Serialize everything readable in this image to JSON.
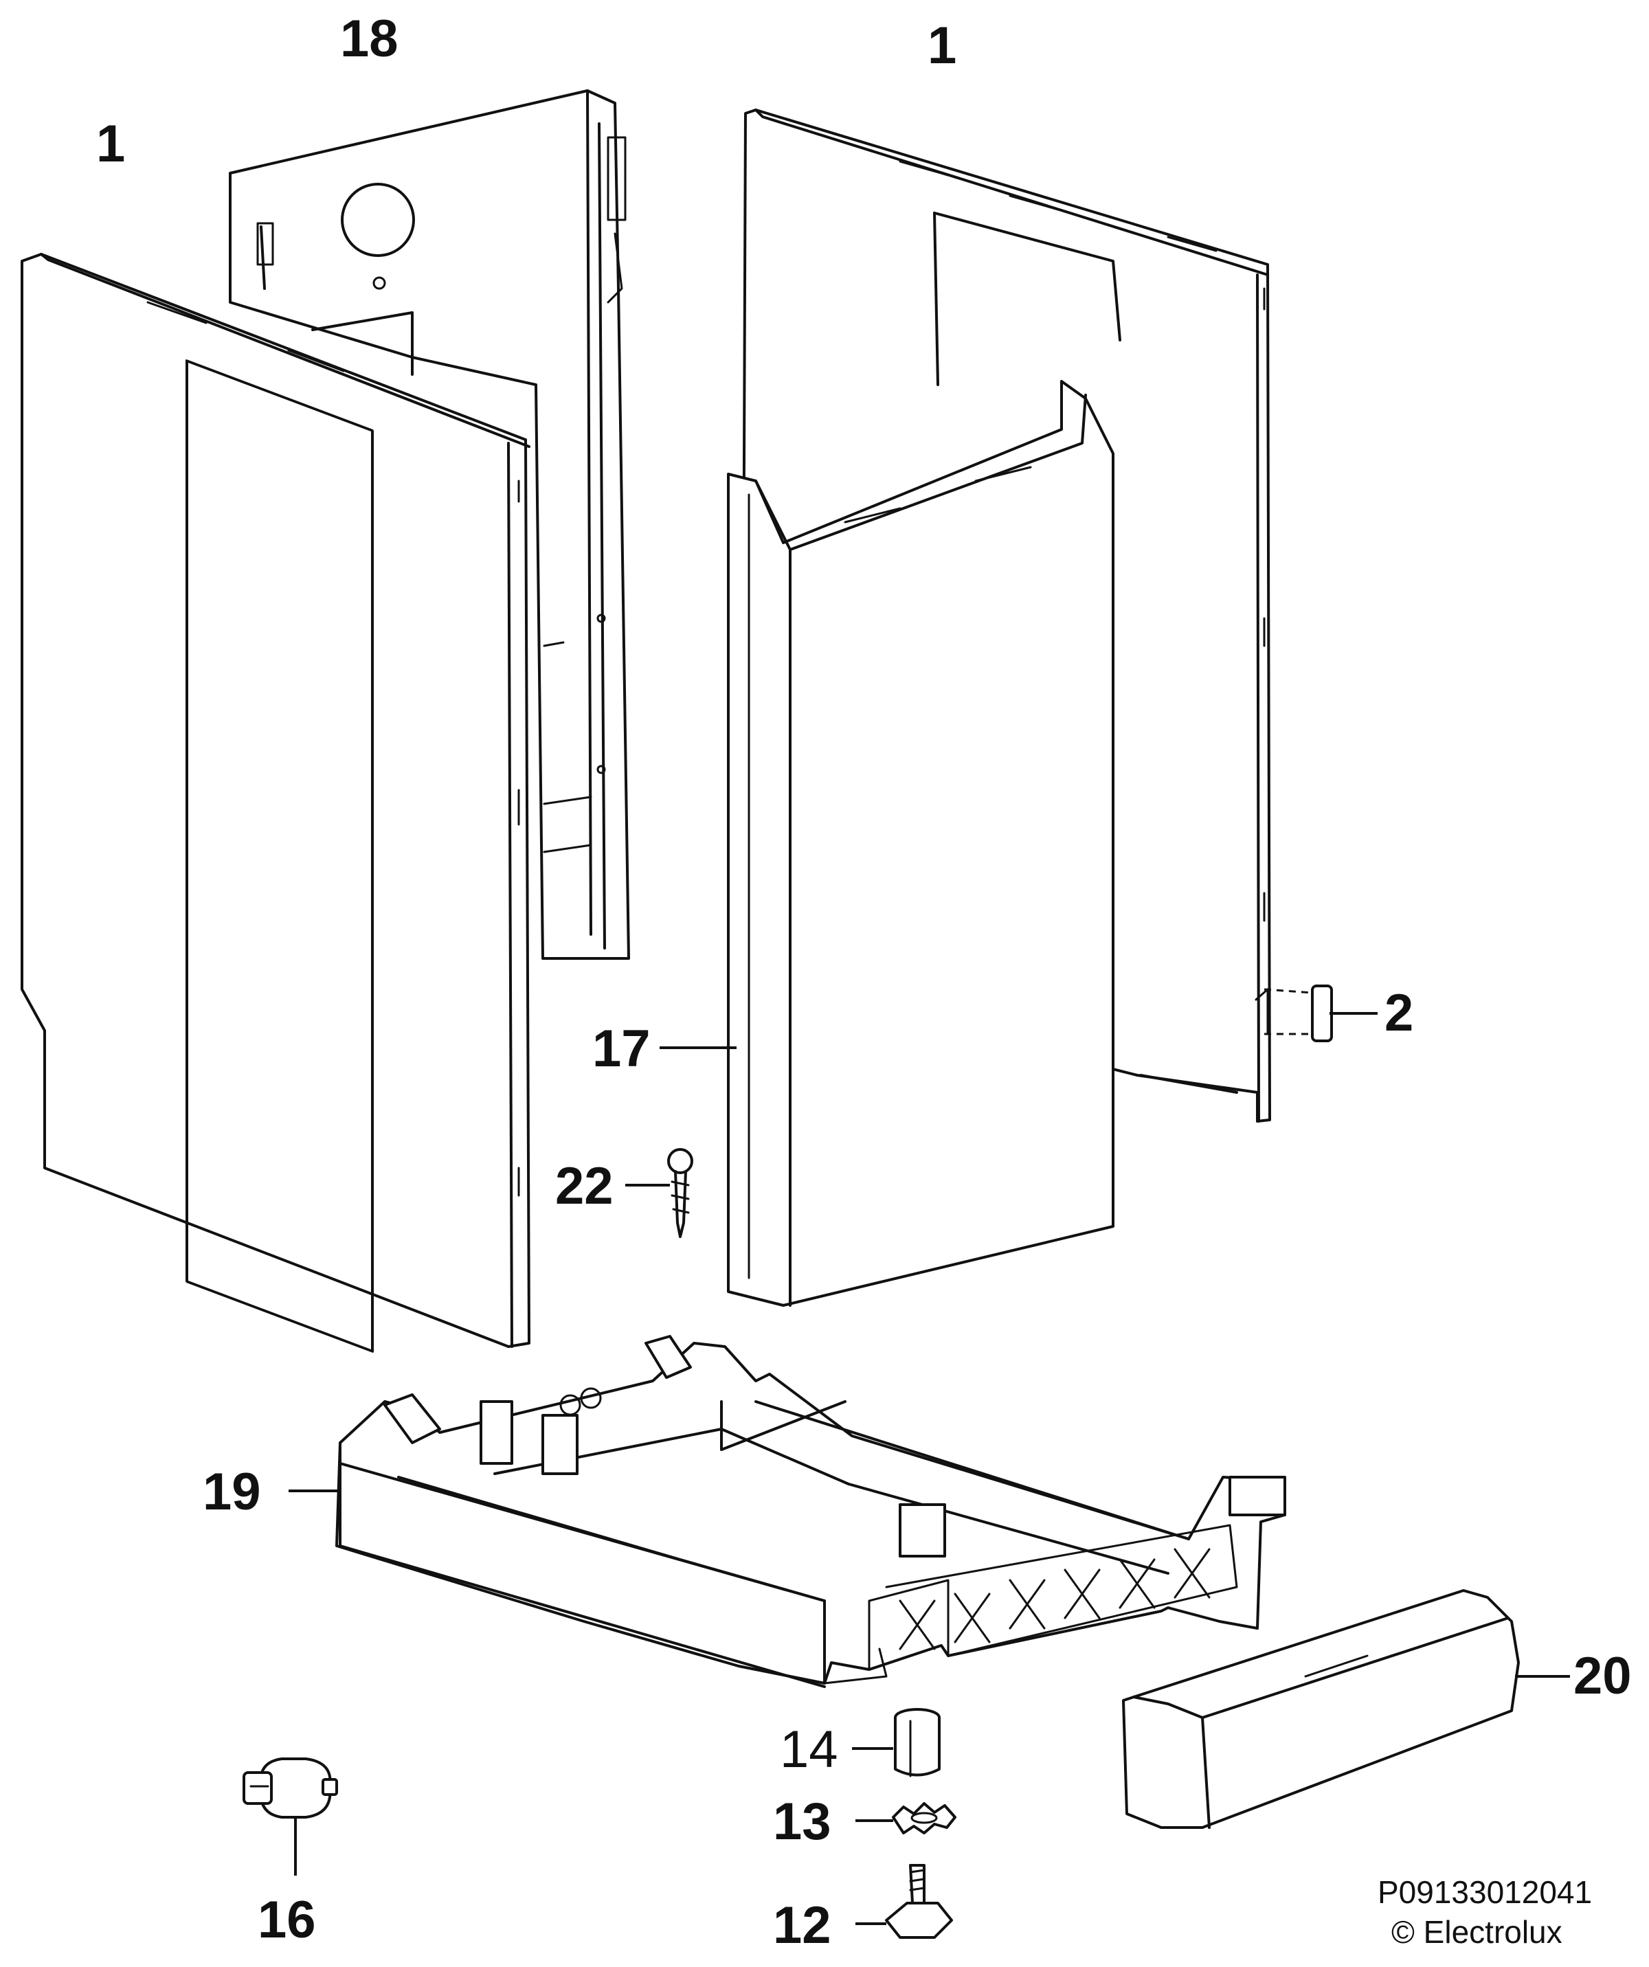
{
  "diagram": {
    "labels": {
      "side_panel_left": "1",
      "rear_panel": "18",
      "side_panel_right": "1",
      "clip": "2",
      "front_panel": "17",
      "screw": "22",
      "base_frame": "19",
      "kick_plate": "20",
      "spacer": "14",
      "washer": "13",
      "foot": "12",
      "bushing": "16"
    },
    "reference_code": "P09133012041",
    "copyright": "© Electrolux"
  }
}
